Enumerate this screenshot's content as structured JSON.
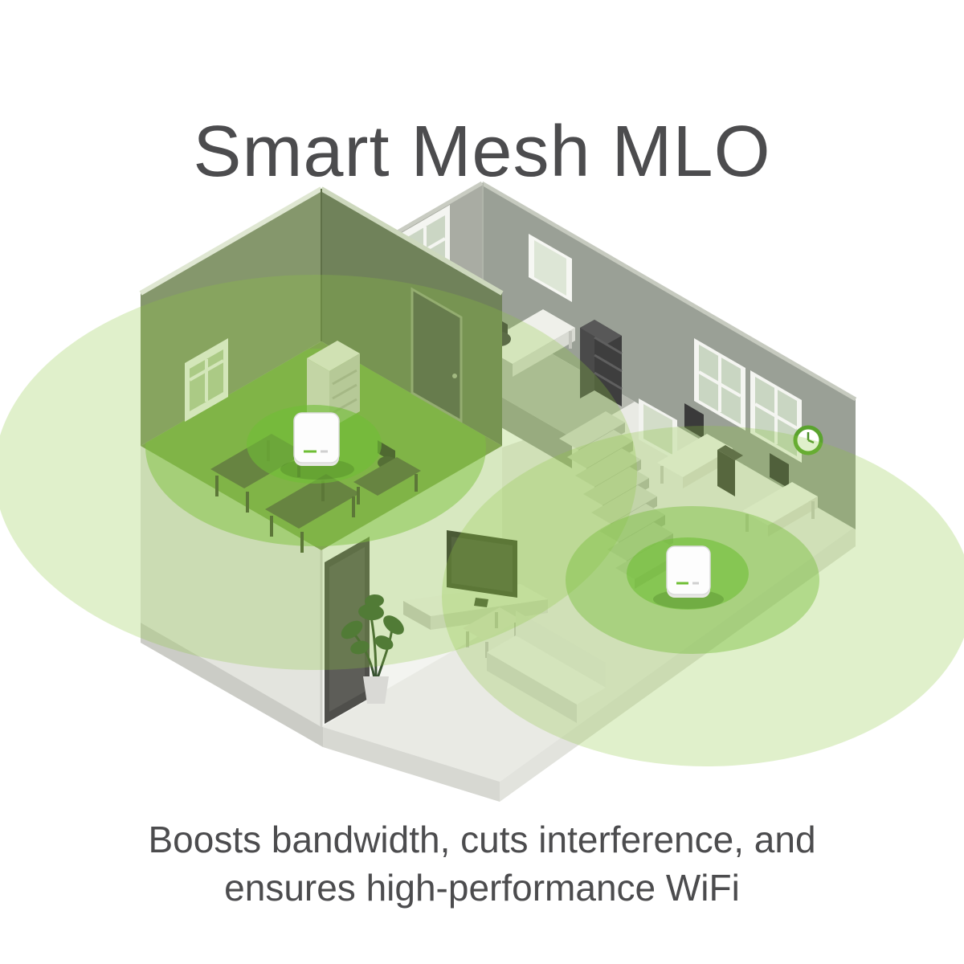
{
  "title": "Smart Mesh MLO",
  "caption": {
    "line1": "Boosts bandwidth, cuts interference, and",
    "line2": "ensures high-performance WiFi"
  },
  "scene": {
    "devices": [
      "mesh-access-point-left",
      "mesh-access-point-right"
    ]
  },
  "colors": {
    "accent_green": "#6fbe35",
    "coverage_green": "#8dc63f",
    "glow_green": "#79bf3e",
    "text_gray": "#4c4c4e",
    "wall_gray": "#9aa096"
  }
}
